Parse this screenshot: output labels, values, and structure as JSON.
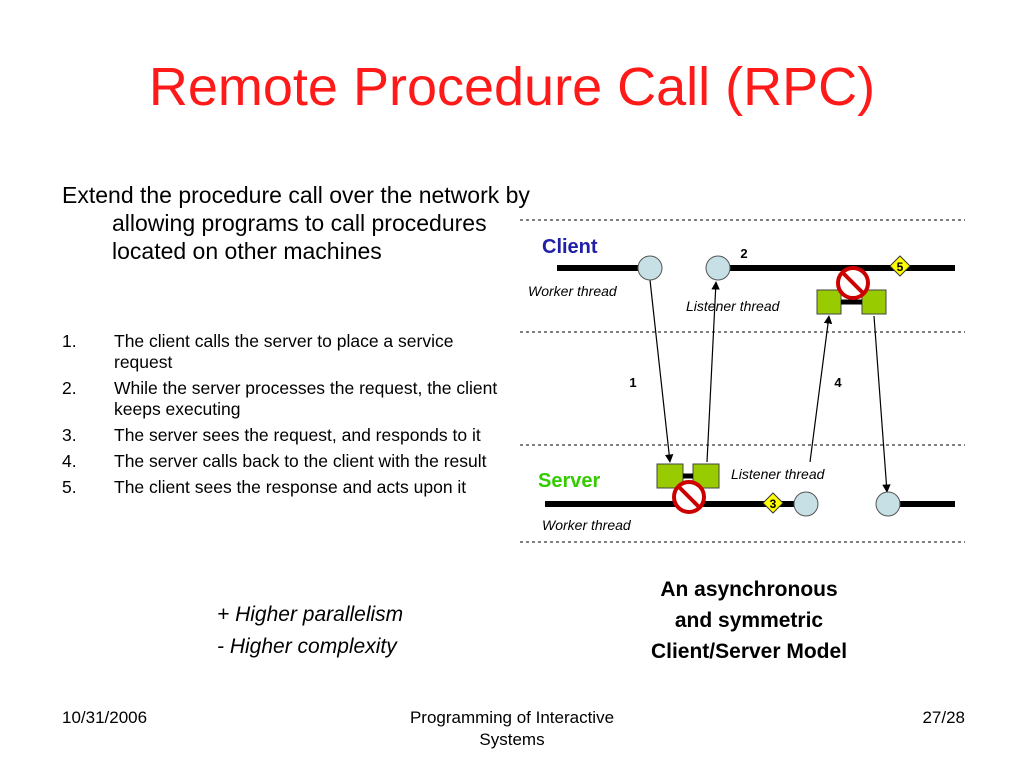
{
  "slide": {
    "title": "Remote Procedure Call (RPC)",
    "intro": "Extend the procedure call over the network by allowing programs to call procedures located on other machines",
    "steps": [
      {
        "num": "1.",
        "text": "The client calls the server to place a service request"
      },
      {
        "num": "2.",
        "text": "While the server processes the request, the client keeps executing"
      },
      {
        "num": "3.",
        "text": "The server sees the request, and responds to it"
      },
      {
        "num": "4.",
        "text": "The server calls back to the client with the result"
      },
      {
        "num": "5.",
        "text": "The client sees the response and acts upon it"
      }
    ],
    "pros": "+ Higher parallelism",
    "cons": "- Higher complexity"
  },
  "diagram": {
    "client_label": "Client",
    "server_label": "Server",
    "client_worker_label": "Worker thread",
    "client_listener_label": "Listener thread",
    "server_listener_label": "Listener thread",
    "server_worker_label": "Worker thread",
    "arrow_labels": {
      "a1": "1",
      "a2": "2",
      "a3": "3",
      "a4": "4",
      "a5": "5"
    },
    "caption_line1": "An asynchronous",
    "caption_line2": "and symmetric",
    "caption_line3": "Client/Server Model",
    "colors": {
      "title": "#ff1a1a",
      "client_label": "#1f1fa8",
      "server_label": "#33cc00",
      "thread_circle": "#c6e0e6",
      "queue_box": "#99cc00",
      "stop_sign": "#cc0000",
      "badge": "#ffff00"
    }
  },
  "footer": {
    "date": "10/31/2006",
    "course_line1": "Programming of Interactive",
    "course_line2": "Systems",
    "page": "27/28"
  }
}
